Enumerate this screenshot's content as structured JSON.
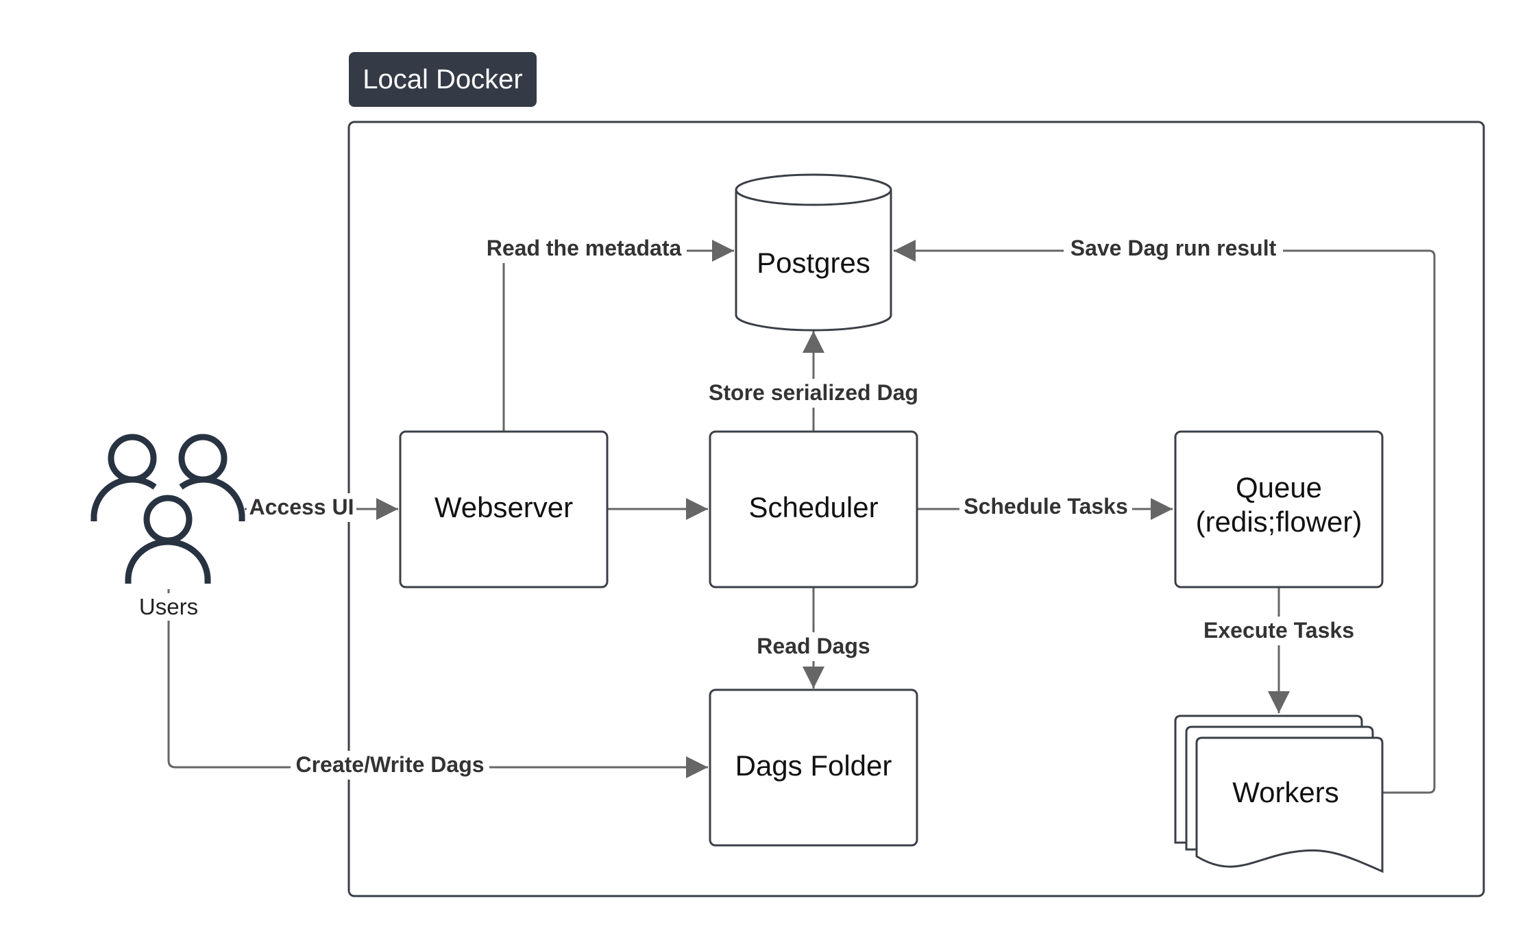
{
  "container": {
    "title": "Local Docker",
    "title_bg": "#343a46",
    "border": "#3a3f47"
  },
  "actors": {
    "users": {
      "label": "Users",
      "icon": "users-group-icon",
      "color": "#283342"
    }
  },
  "nodes": {
    "postgres": {
      "label": "Postgres",
      "shape": "database-cylinder"
    },
    "webserver": {
      "label": "Webserver"
    },
    "scheduler": {
      "label": "Scheduler"
    },
    "queue": {
      "label_line1": "Queue",
      "label_line2": "(redis;flower)"
    },
    "dags_folder": {
      "label": "Dags Folder"
    },
    "workers": {
      "label": "Workers",
      "shape": "stacked-documents"
    }
  },
  "edges": {
    "users_to_webserver": {
      "label": "Access UI"
    },
    "webserver_to_postgres": {
      "label": "Read the metadata"
    },
    "webserver_to_scheduler": {
      "label": ""
    },
    "scheduler_to_postgres": {
      "label": "Store serialized Dag"
    },
    "scheduler_to_queue": {
      "label": "Schedule Tasks"
    },
    "scheduler_to_dags_folder": {
      "label": "Read Dags"
    },
    "queue_to_workers": {
      "label": "Execute Tasks"
    },
    "workers_to_postgres": {
      "label": "Save Dag run result"
    },
    "users_to_dags_folder": {
      "label": "Create/Write Dags"
    }
  },
  "colors": {
    "edge": "#666666",
    "node_border": "#3a3f47",
    "text": "#111111",
    "edge_text": "#333333"
  }
}
